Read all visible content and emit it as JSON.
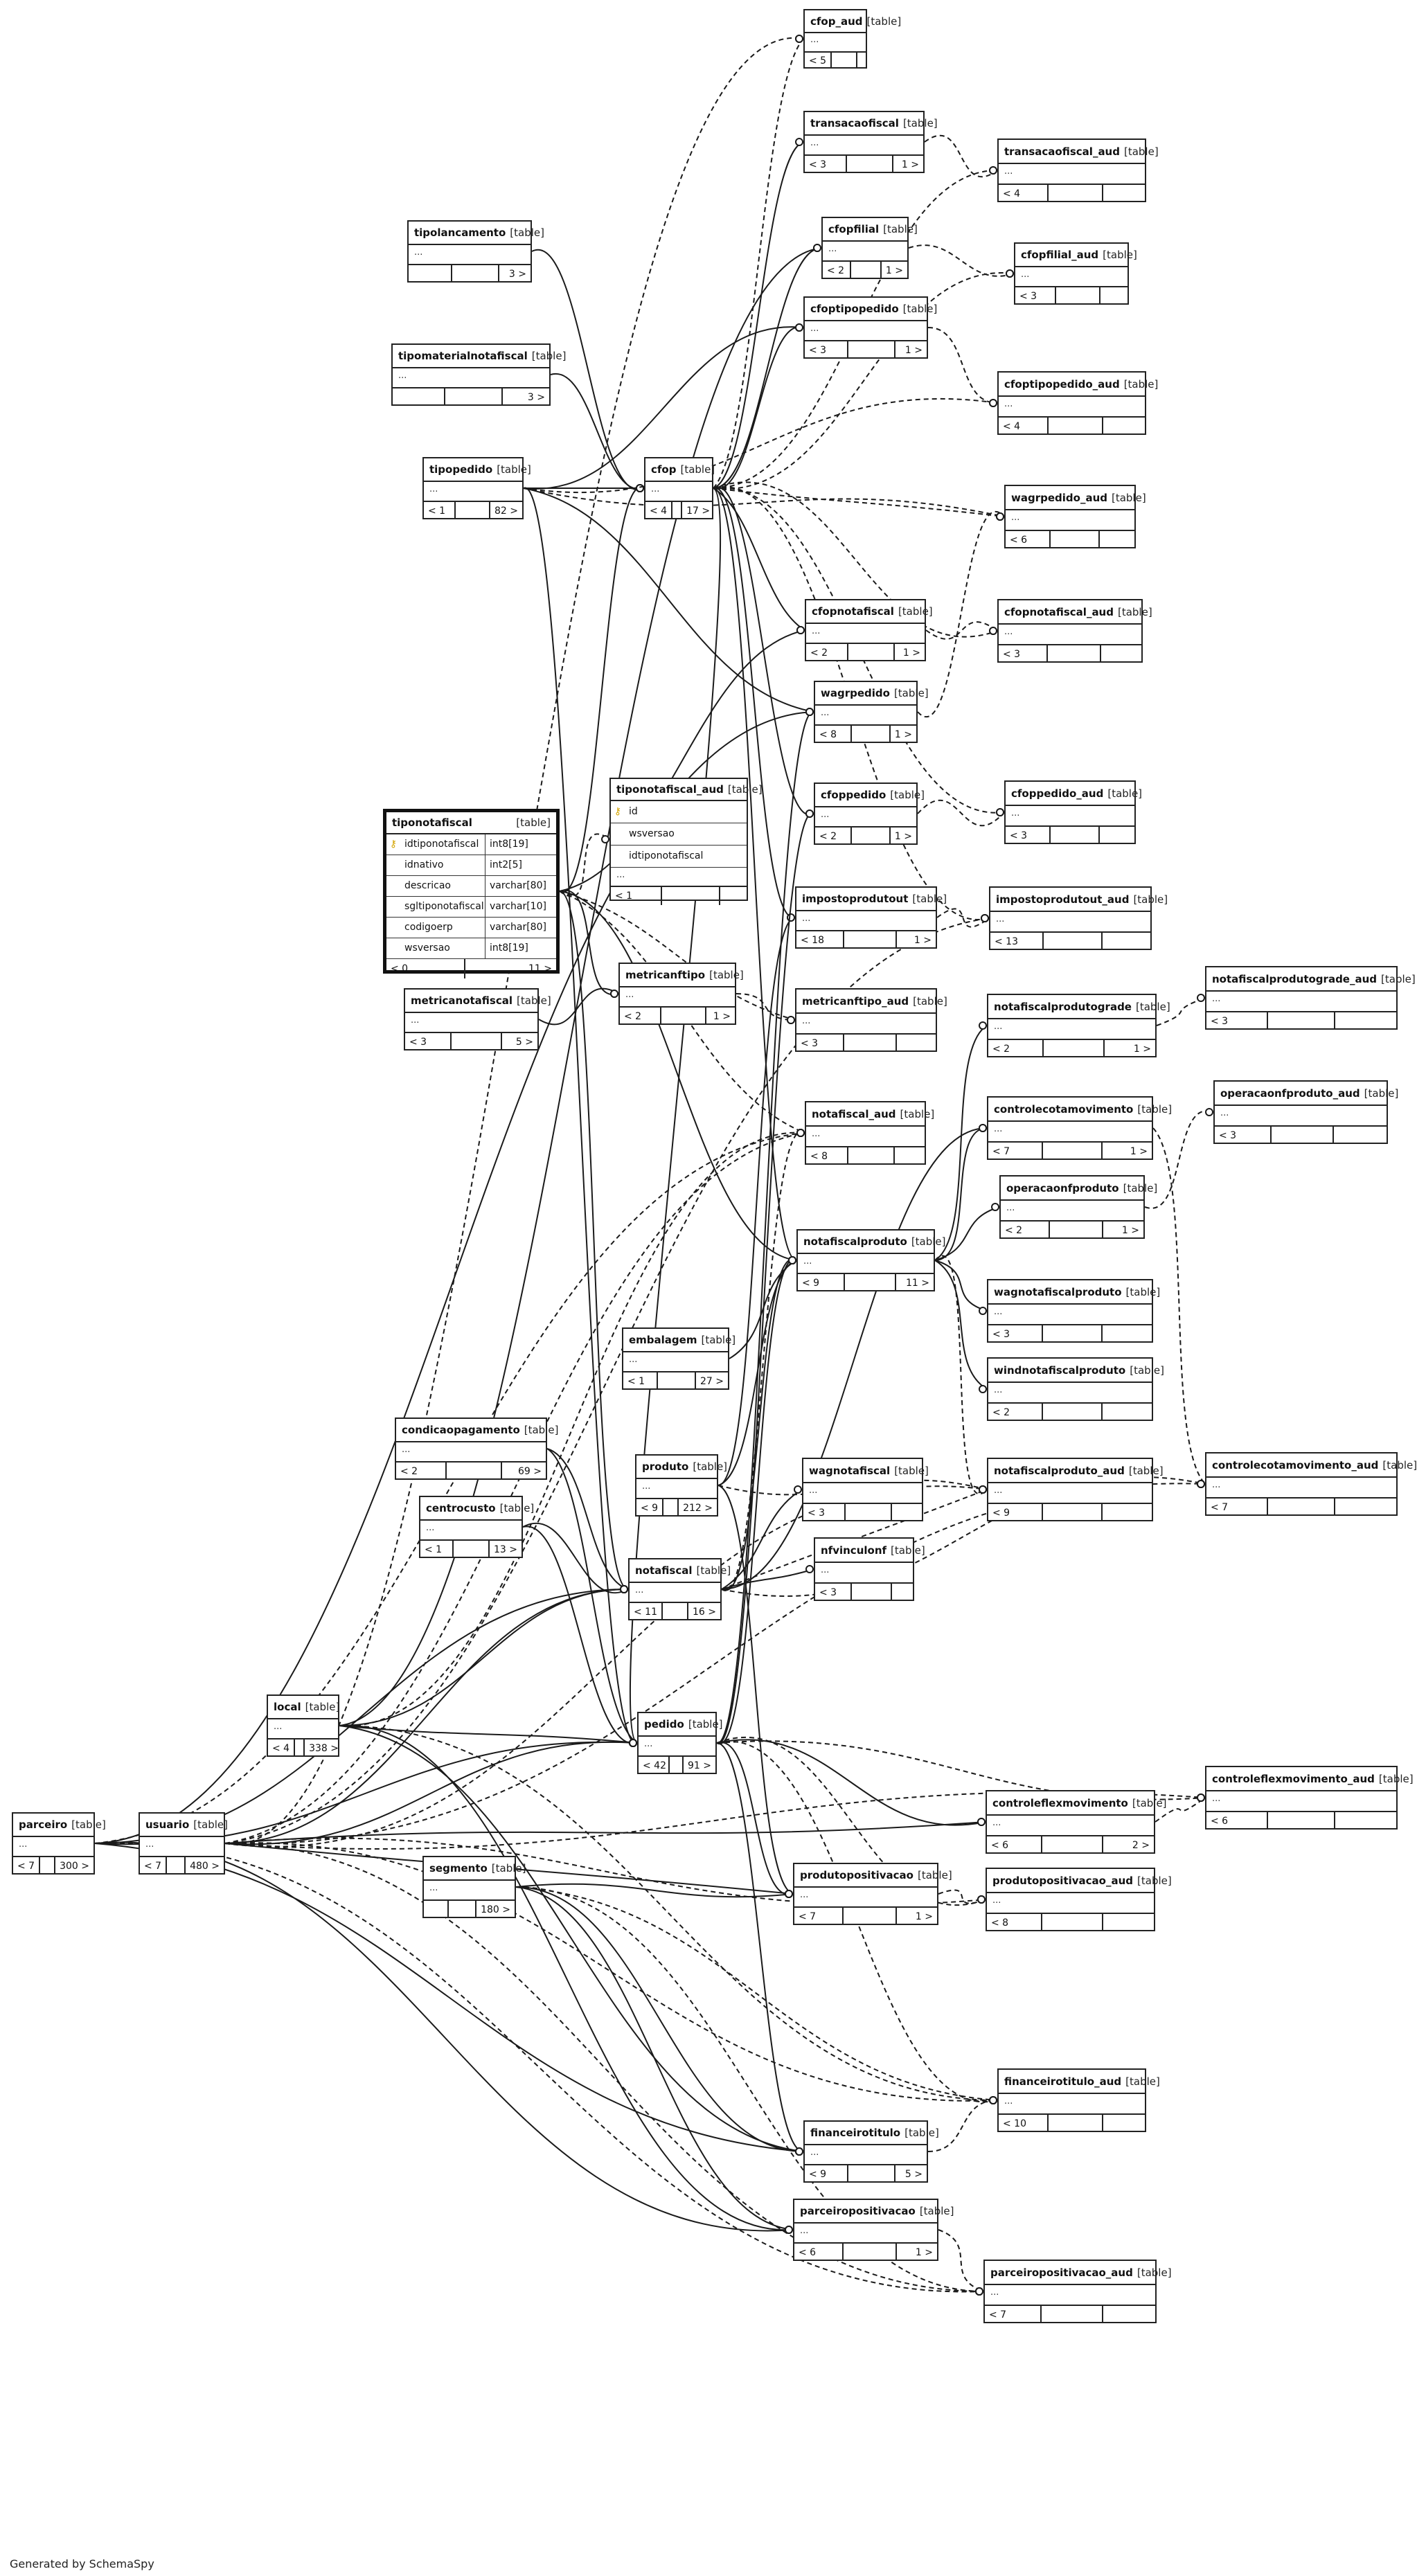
{
  "generated_by": "Generated by SchemaSpy",
  "table_kind": "[table]",
  "ellipsis": "...",
  "tables": [
    {
      "id": "cfop_aud",
      "name": "cfop_aud",
      "left": "< 5",
      "right": ""
    },
    {
      "id": "transacaofiscal",
      "name": "transacaofiscal",
      "left": "< 3",
      "right": "1 >"
    },
    {
      "id": "transacaofiscal_aud",
      "name": "transacaofiscal_aud",
      "left": "< 4",
      "right": ""
    },
    {
      "id": "cfopfilial",
      "name": "cfopfilial",
      "left": "< 2",
      "right": "1 >"
    },
    {
      "id": "cfopfilial_aud",
      "name": "cfopfilial_aud",
      "left": "< 3",
      "right": ""
    },
    {
      "id": "tipolancamento",
      "name": "tipolancamento",
      "left": "",
      "right": "3 >"
    },
    {
      "id": "cfoptipopedido",
      "name": "cfoptipopedido",
      "left": "< 3",
      "right": "1 >"
    },
    {
      "id": "tipomaterialnotafiscal",
      "name": "tipomaterialnotafiscal",
      "left": "",
      "right": "3 >"
    },
    {
      "id": "cfoptipopedido_aud",
      "name": "cfoptipopedido_aud",
      "left": "< 4",
      "right": ""
    },
    {
      "id": "tipopedido",
      "name": "tipopedido",
      "left": "< 1",
      "right": "82 >"
    },
    {
      "id": "cfop",
      "name": "cfop",
      "left": "< 4",
      "right": "17 >"
    },
    {
      "id": "wagrpedido_aud",
      "name": "wagrpedido_aud",
      "left": "< 6",
      "right": ""
    },
    {
      "id": "cfopnotafiscal",
      "name": "cfopnotafiscal",
      "left": "< 2",
      "right": "1 >"
    },
    {
      "id": "cfopnotafiscal_aud",
      "name": "cfopnotafiscal_aud",
      "left": "< 3",
      "right": ""
    },
    {
      "id": "wagrpedido",
      "name": "wagrpedido",
      "left": "< 8",
      "right": "1 >"
    },
    {
      "id": "cfoppedido",
      "name": "cfoppedido",
      "left": "< 2",
      "right": "1 >"
    },
    {
      "id": "cfoppedido_aud",
      "name": "cfoppedido_aud",
      "left": "< 3",
      "right": ""
    },
    {
      "id": "impostoprodutout",
      "name": "impostoprodutout",
      "left": "< 18",
      "right": "1 >"
    },
    {
      "id": "impostoprodutout_aud",
      "name": "impostoprodutout_aud",
      "left": "< 13",
      "right": ""
    },
    {
      "id": "notafiscalprodutograde_aud",
      "name": "notafiscalprodutograde_aud",
      "left": "< 3",
      "right": ""
    },
    {
      "id": "metricanftipo",
      "name": "metricanftipo",
      "left": "< 2",
      "right": "1 >"
    },
    {
      "id": "metricanotafiscal",
      "name": "metricanotafiscal",
      "left": "< 3",
      "right": "5 >"
    },
    {
      "id": "metricanftipo_aud",
      "name": "metricanftipo_aud",
      "left": "< 3",
      "right": ""
    },
    {
      "id": "notafiscalprodutograde",
      "name": "notafiscalprodutograde",
      "left": "< 2",
      "right": "1 >"
    },
    {
      "id": "operacaonfproduto_aud",
      "name": "operacaonfproduto_aud",
      "left": "< 3",
      "right": ""
    },
    {
      "id": "notafiscal_aud",
      "name": "notafiscal_aud",
      "left": "< 8",
      "right": ""
    },
    {
      "id": "controlecotamovimento",
      "name": "controlecotamovimento",
      "left": "< 7",
      "right": "1 >"
    },
    {
      "id": "operacaonfproduto",
      "name": "operacaonfproduto",
      "left": "< 2",
      "right": "1 >"
    },
    {
      "id": "notafiscalproduto",
      "name": "notafiscalproduto",
      "left": "< 9",
      "right": "11 >"
    },
    {
      "id": "wagnotafiscalproduto",
      "name": "wagnotafiscalproduto",
      "left": "< 3",
      "right": ""
    },
    {
      "id": "embalagem",
      "name": "embalagem",
      "left": "< 1",
      "right": "27 >"
    },
    {
      "id": "windnotafiscalproduto",
      "name": "windnotafiscalproduto",
      "left": "< 2",
      "right": ""
    },
    {
      "id": "condicaopagamento",
      "name": "condicaopagamento",
      "left": "< 2",
      "right": "69 >"
    },
    {
      "id": "produto",
      "name": "produto",
      "left": "< 9",
      "right": "212 >"
    },
    {
      "id": "wagnotafiscal",
      "name": "wagnotafiscal",
      "left": "< 3",
      "right": ""
    },
    {
      "id": "notafiscalproduto_aud",
      "name": "notafiscalproduto_aud",
      "left": "< 9",
      "right": ""
    },
    {
      "id": "controlecotamovimento_aud",
      "name": "controlecotamovimento_aud",
      "left": "< 7",
      "right": ""
    },
    {
      "id": "centrocusto",
      "name": "centrocusto",
      "left": "< 1",
      "right": "13 >"
    },
    {
      "id": "notafiscal",
      "name": "notafiscal",
      "left": "< 11",
      "right": "16 >"
    },
    {
      "id": "nfvinculonf",
      "name": "nfvinculonf",
      "left": "< 3",
      "right": ""
    },
    {
      "id": "local",
      "name": "local",
      "left": "< 4",
      "right": "338 >"
    },
    {
      "id": "pedido",
      "name": "pedido",
      "left": "< 42",
      "right": "91 >"
    },
    {
      "id": "controleflexmovimento_aud",
      "name": "controleflexmovimento_aud",
      "left": "< 6",
      "right": ""
    },
    {
      "id": "parceiro",
      "name": "parceiro",
      "left": "< 7",
      "right": "300 >"
    },
    {
      "id": "usuario",
      "name": "usuario",
      "left": "< 7",
      "right": "480 >"
    },
    {
      "id": "controleflexmovimento",
      "name": "controleflexmovimento",
      "left": "< 6",
      "right": "2 >"
    },
    {
      "id": "segmento",
      "name": "segmento",
      "left": "",
      "right": "180 >"
    },
    {
      "id": "produtopositivacao",
      "name": "produtopositivacao",
      "left": "< 7",
      "right": "1 >"
    },
    {
      "id": "produtopositivacao_aud",
      "name": "produtopositivacao_aud",
      "left": "< 8",
      "right": ""
    },
    {
      "id": "financeirotitulo_aud",
      "name": "financeirotitulo_aud",
      "left": "< 10",
      "right": ""
    },
    {
      "id": "financeirotitulo",
      "name": "financeirotitulo",
      "left": "< 9",
      "right": "5 >"
    },
    {
      "id": "parceiropositivacao",
      "name": "parceiropositivacao",
      "left": "< 6",
      "right": "1 >"
    },
    {
      "id": "parceiropositivacao_aud",
      "name": "parceiropositivacao_aud",
      "left": "< 7",
      "right": ""
    }
  ],
  "focus_table": {
    "name": "tiponotafiscal",
    "columns": [
      {
        "name": "idtiponotafiscal",
        "type": "int8[19]",
        "pk": true
      },
      {
        "name": "idnativo",
        "type": "int2[5]",
        "pk": false
      },
      {
        "name": "descricao",
        "type": "varchar[80]",
        "pk": false
      },
      {
        "name": "sgltiponotafiscal",
        "type": "varchar[10]",
        "pk": false
      },
      {
        "name": "codigoerp",
        "type": "varchar[80]",
        "pk": false
      },
      {
        "name": "wsversao",
        "type": "int8[19]",
        "pk": false
      }
    ],
    "left": "< 0",
    "right": "11 >"
  },
  "aud_table": {
    "name": "tiponotafiscal_aud",
    "columns": [
      {
        "name": "id",
        "pk": true
      },
      {
        "name": "wsversao",
        "pk": false
      },
      {
        "name": "idtiponotafiscal",
        "pk": false
      }
    ],
    "left": "< 1"
  }
}
